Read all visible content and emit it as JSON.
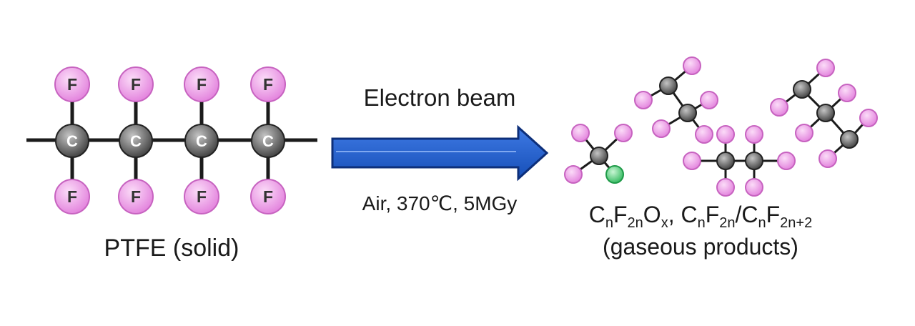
{
  "ptfe": {
    "carbon_symbol": "C",
    "fluorine_symbol": "F",
    "label": "PTFE (solid)"
  },
  "arrow": {
    "top_label": "Electron beam",
    "bottom_label": "Air, 370℃, 5MGy",
    "color": "#1f5fd0"
  },
  "products": {
    "formula": {
      "t1": "C",
      "s1": "n",
      "t2": "F",
      "s2": "2n",
      "t3": "O",
      "s3": "x",
      "t4": ", C",
      "s4": "n",
      "t5": "F",
      "s5": "2n",
      "t6": "/C",
      "s6": "n",
      "t7": "F",
      "s7": "2n+2"
    },
    "label": "(gaseous products)"
  },
  "colors": {
    "fluorine": "#e58be0",
    "carbon": "#707070",
    "oxygen": "#52d27a",
    "bond": "#1b1b1b"
  }
}
